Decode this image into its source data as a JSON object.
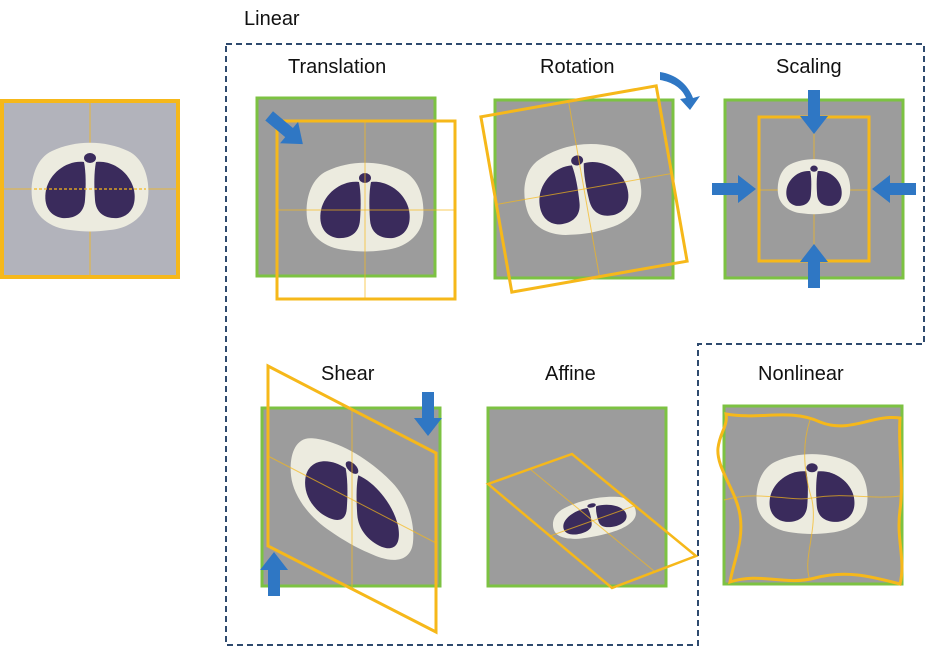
{
  "group_label": "Linear",
  "panels": {
    "translation": "Translation",
    "rotation": "Rotation",
    "scaling": "Scaling",
    "shear": "Shear",
    "affine": "Affine",
    "nonlinear": "Nonlinear"
  },
  "colors": {
    "image_bg": "#9c9c9c",
    "source_bg": "#b2b3bb",
    "fixed_frame": "#7cc242",
    "moving_frame": "#f6b81a",
    "body": "#ecebdf",
    "lung": "#3a2b5c",
    "arrow": "#2f77c4",
    "dashed_group": "#2e4a6e"
  },
  "icons": [
    "arrow-icon"
  ]
}
